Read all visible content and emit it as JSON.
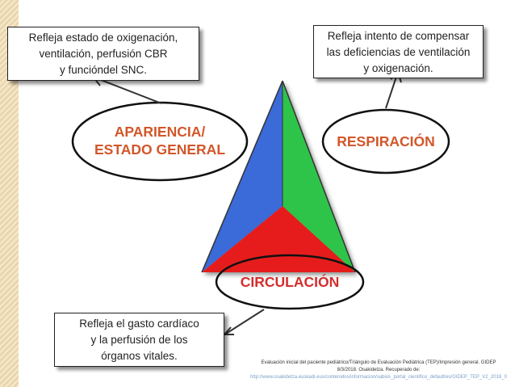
{
  "box_top_left": [
    "Refleja estado de oxigenación,",
    "ventilación, perfusión CBR",
    "y funcióndel SNC."
  ],
  "box_top_right": [
    "Refleja intento de compensar",
    "las deficiencias de ventilación",
    "y oxigenación."
  ],
  "box_bottom_left": [
    "Refleja el gasto cardíaco",
    "y la perfusión de los",
    "órganos vitales."
  ],
  "label_appearance": [
    "APARIENCIA/",
    "ESTADO GENERAL"
  ],
  "label_breathing": "RESPIRACIÓN",
  "label_circulation": "CIRCULACIÓN",
  "source_lines": [
    "Evaluación inicial del paciente pediátrico/Triángulo de Evaluación Pediátrica (TEP)/Impresión general. GIDEP",
    "8/3/2018. Osakidetza. Recuperado de:",
    "http://www.osakidetza.euskadi.eus/contenidos/informacion/sabios_portal_cientifico_default/es/GIDEP_TEP_V2_2018_0"
  ],
  "colors": {
    "appearance": "#3a6bd9",
    "breathing": "#2ec44a",
    "circulation": "#e61e1e",
    "label_text": "#d2572a",
    "label_text_red": "#d42d2d",
    "stripe": "#e8d2a8"
  }
}
